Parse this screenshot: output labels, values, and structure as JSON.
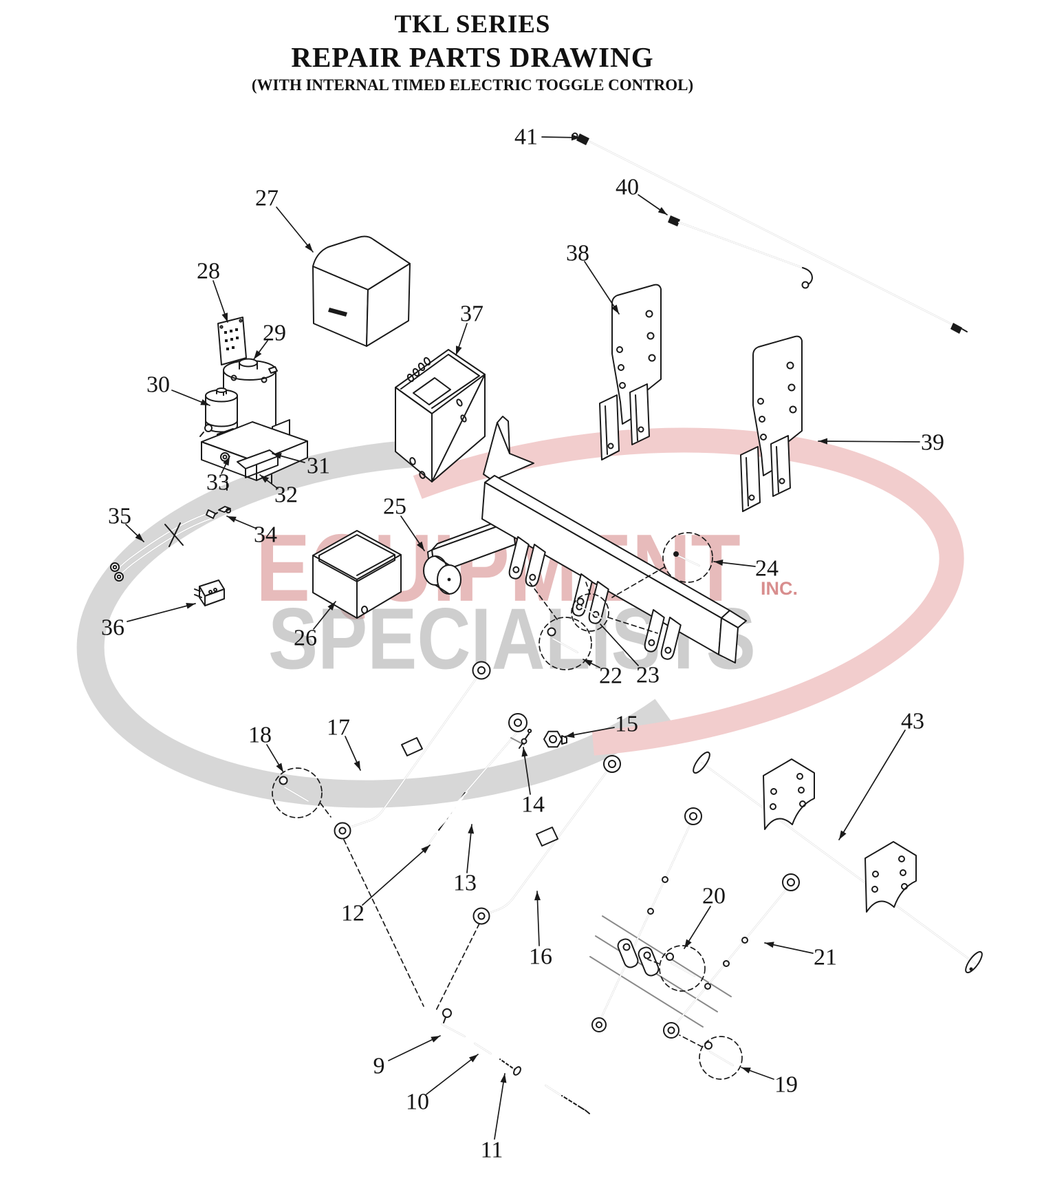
{
  "title": {
    "line1": "TKL SERIES",
    "line2": "REPAIR PARTS DRAWING",
    "line3": "(WITH INTERNAL TIMED ELECTRIC TOGGLE CONTROL)"
  },
  "watermark": {
    "word1": "EQUIPMENT",
    "word2": "SPECIALISTS",
    "suffix": "INC.",
    "accent_color": "#d07878",
    "gray_color": "#9e9e9e"
  },
  "drawing": {
    "callouts": [
      {
        "n": "9",
        "label": [
          551,
          1549
        ],
        "line": [
          [
            565,
            1541
          ],
          [
            640,
            1505
          ]
        ],
        "head": true
      },
      {
        "n": "10",
        "label": [
          607,
          1601
        ],
        "line": [
          [
            620,
            1590
          ],
          [
            695,
            1532
          ]
        ],
        "head": true
      },
      {
        "n": "11",
        "label": [
          715,
          1671
        ],
        "line": [
          [
            719,
            1655
          ],
          [
            734,
            1560
          ]
        ],
        "head": true
      },
      {
        "n": "12",
        "label": [
          513,
          1327
        ],
        "line": [
          [
            527,
            1315
          ],
          [
            625,
            1228
          ]
        ],
        "head": true
      },
      {
        "n": "13",
        "label": [
          676,
          1283
        ],
        "line": [
          [
            679,
            1268
          ],
          [
            686,
            1198
          ]
        ],
        "head": true
      },
      {
        "n": "14",
        "label": [
          775,
          1169
        ],
        "line": [
          [
            771,
            1154
          ],
          [
            761,
            1086
          ]
        ],
        "head": true
      },
      {
        "n": "15",
        "label": [
          911,
          1052
        ],
        "line": [
          [
            893,
            1057
          ],
          [
            822,
            1070
          ]
        ],
        "head": true
      },
      {
        "n": "16",
        "label": [
          786,
          1390
        ],
        "line": [
          [
            784,
            1374
          ],
          [
            781,
            1295
          ]
        ],
        "head": true
      },
      {
        "n": "17",
        "label": [
          492,
          1057
        ],
        "line": [
          [
            502,
            1070
          ],
          [
            524,
            1119
          ]
        ],
        "head": true
      },
      {
        "n": "18",
        "label": [
          378,
          1068
        ],
        "line": [
          [
            388,
            1082
          ],
          [
            412,
            1122
          ]
        ],
        "head": true
      },
      {
        "n": "19",
        "label": [
          1143,
          1576
        ],
        "line": [
          [
            1125,
            1568
          ],
          [
            1078,
            1551
          ]
        ],
        "head": true
      },
      {
        "n": "20",
        "label": [
          1038,
          1302
        ],
        "line": [
          [
            1033,
            1317
          ],
          [
            995,
            1378
          ]
        ],
        "head": true
      },
      {
        "n": "21",
        "label": [
          1200,
          1391
        ],
        "line": [
          [
            1182,
            1385
          ],
          [
            1112,
            1370
          ]
        ],
        "head": true
      },
      {
        "n": "22",
        "label": [
          888,
          982
        ],
        "line": [
          [
            872,
            970
          ],
          [
            848,
            958
          ]
        ],
        "head": true
      },
      {
        "n": "23",
        "label": [
          942,
          981
        ],
        "line": [
          [
            928,
            967
          ],
          [
            873,
            907
          ]
        ],
        "head": false
      },
      {
        "n": "24",
        "label": [
          1115,
          826
        ],
        "line": [
          [
            1098,
            823
          ],
          [
            1038,
            816
          ]
        ],
        "head": true
      },
      {
        "n": "25",
        "label": [
          574,
          736
        ],
        "line": [
          [
            583,
            750
          ],
          [
            617,
            800
          ]
        ],
        "head": true
      },
      {
        "n": "26",
        "label": [
          444,
          927
        ],
        "line": [
          [
            456,
            914
          ],
          [
            488,
            874
          ]
        ],
        "head": true
      },
      {
        "n": "27",
        "label": [
          388,
          288
        ],
        "line": [
          [
            402,
            301
          ],
          [
            455,
            366
          ]
        ],
        "head": true
      },
      {
        "n": "28",
        "label": [
          303,
          394
        ],
        "line": [
          [
            310,
            408
          ],
          [
            331,
            468
          ]
        ],
        "head": true
      },
      {
        "n": "29",
        "label": [
          399,
          484
        ],
        "line": [
          [
            389,
            495
          ],
          [
            369,
            522
          ]
        ],
        "head": true
      },
      {
        "n": "30",
        "label": [
          230,
          559
        ],
        "line": [
          [
            250,
            567
          ],
          [
            305,
            589
          ]
        ],
        "head": true
      },
      {
        "n": "31",
        "label": [
          463,
          677
        ],
        "line": [
          [
            443,
            672
          ],
          [
            396,
            659
          ]
        ],
        "head": true
      },
      {
        "n": "32",
        "label": [
          416,
          719
        ],
        "line": [
          [
            404,
            710
          ],
          [
            378,
            690
          ]
        ],
        "head": true
      },
      {
        "n": "33",
        "label": [
          317,
          701
        ],
        "line": [
          [
            322,
            688
          ],
          [
            334,
            663
          ]
        ],
        "head": true
      },
      {
        "n": "34",
        "label": [
          386,
          777
        ],
        "line": [
          [
            373,
            768
          ],
          [
            330,
            750
          ]
        ],
        "head": true
      },
      {
        "n": "35",
        "label": [
          174,
          750
        ],
        "line": [
          [
            183,
            762
          ],
          [
            209,
            787
          ]
        ],
        "head": true
      },
      {
        "n": "36",
        "label": [
          164,
          912
        ],
        "line": [
          [
            185,
            903
          ],
          [
            284,
            877
          ]
        ],
        "head": true
      },
      {
        "n": "37",
        "label": [
          686,
          456
        ],
        "line": [
          [
            679,
            470
          ],
          [
            663,
            516
          ]
        ],
        "head": true
      },
      {
        "n": "38",
        "label": [
          840,
          368
        ],
        "line": [
          [
            850,
            380
          ],
          [
            900,
            456
          ]
        ],
        "head": true
      },
      {
        "n": "39",
        "label": [
          1356,
          643
        ],
        "line": [
          [
            1337,
            642
          ],
          [
            1190,
            641
          ]
        ],
        "head": true
      },
      {
        "n": "40",
        "label": [
          912,
          272
        ],
        "line": [
          [
            928,
            283
          ],
          [
            970,
            312
          ]
        ],
        "head": true
      },
      {
        "n": "41",
        "label": [
          765,
          199
        ],
        "line": [
          [
            788,
            199
          ],
          [
            844,
            200
          ]
        ],
        "head": true
      },
      {
        "n": "43",
        "label": [
          1327,
          1048
        ],
        "line": [
          [
            1316,
            1061
          ],
          [
            1220,
            1220
          ]
        ],
        "head": true
      }
    ],
    "dashed_circles": [
      [
        432,
        1152,
        36
      ],
      [
        822,
        935,
        38
      ],
      [
        858,
        890,
        27
      ],
      [
        1000,
        810,
        36
      ],
      [
        992,
        1407,
        33
      ],
      [
        1048,
        1537,
        31
      ]
    ],
    "dashed_lines": [
      [
        [
          810,
          900
        ],
        [
          770,
          846
        ]
      ],
      [
        [
          858,
          863
        ],
        [
          852,
          846
        ]
      ],
      [
        [
          884,
          897
        ],
        [
          956,
          920
        ]
      ],
      [
        [
          966,
          824
        ],
        [
          890,
          868
        ]
      ],
      [
        [
          466,
          1167
        ],
        [
          481,
          1187
        ]
      ],
      [
        [
          500,
          1220
        ],
        [
          616,
          1462
        ]
      ],
      [
        [
          697,
          1342
        ],
        [
          633,
          1470
        ]
      ],
      [
        [
          958,
          1400
        ],
        [
          942,
          1394
        ]
      ],
      [
        [
          1021,
          1521
        ],
        [
          988,
          1504
        ]
      ]
    ]
  }
}
